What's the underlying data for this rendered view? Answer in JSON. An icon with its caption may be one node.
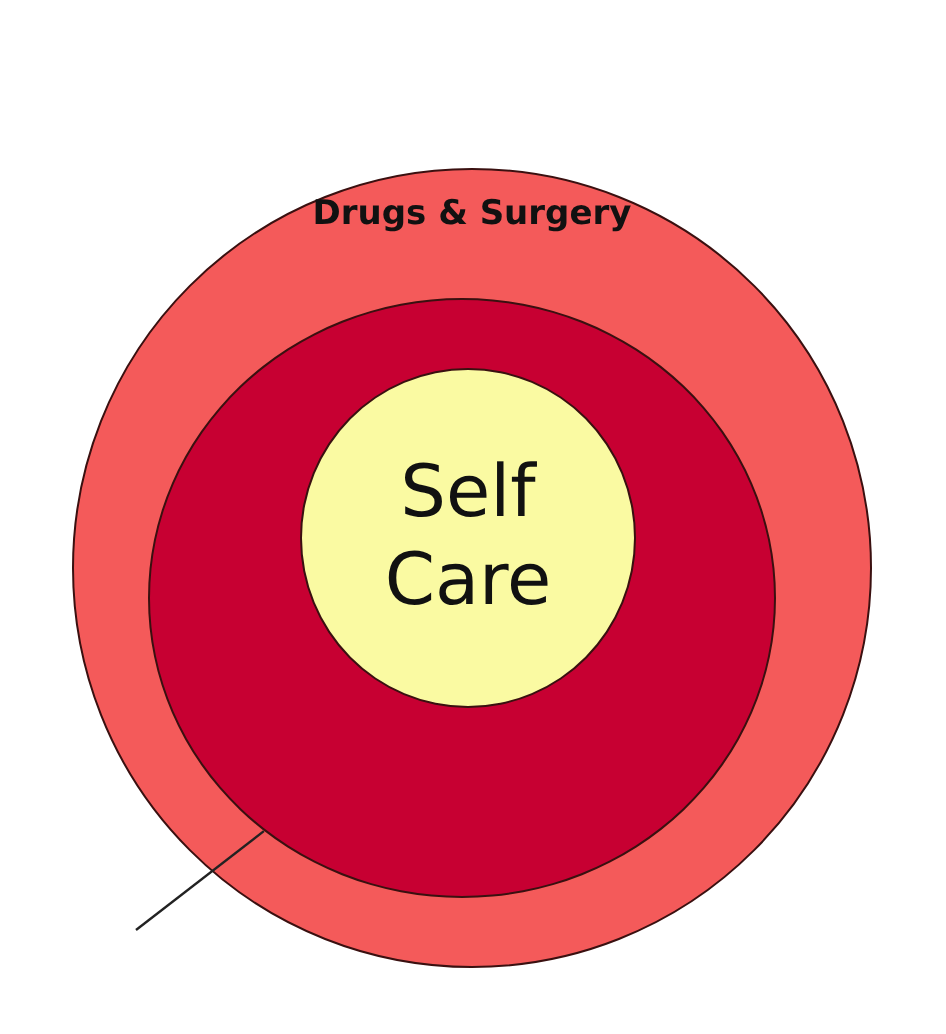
{
  "diagram": {
    "nodes": [
      {
        "text": [
          "Drugs & Surgery"
        ]
      },
      {
        "text": [],
        "shape": "circle",
        "in": 0
      },
      {
        "text": [
          "Self Care"
        ],
        "in": 1
      }
    ],
    "edges": [
      {
        "from": null,
        "to": 1,
        "arrow": "none"
      }
    ]
  }
}
